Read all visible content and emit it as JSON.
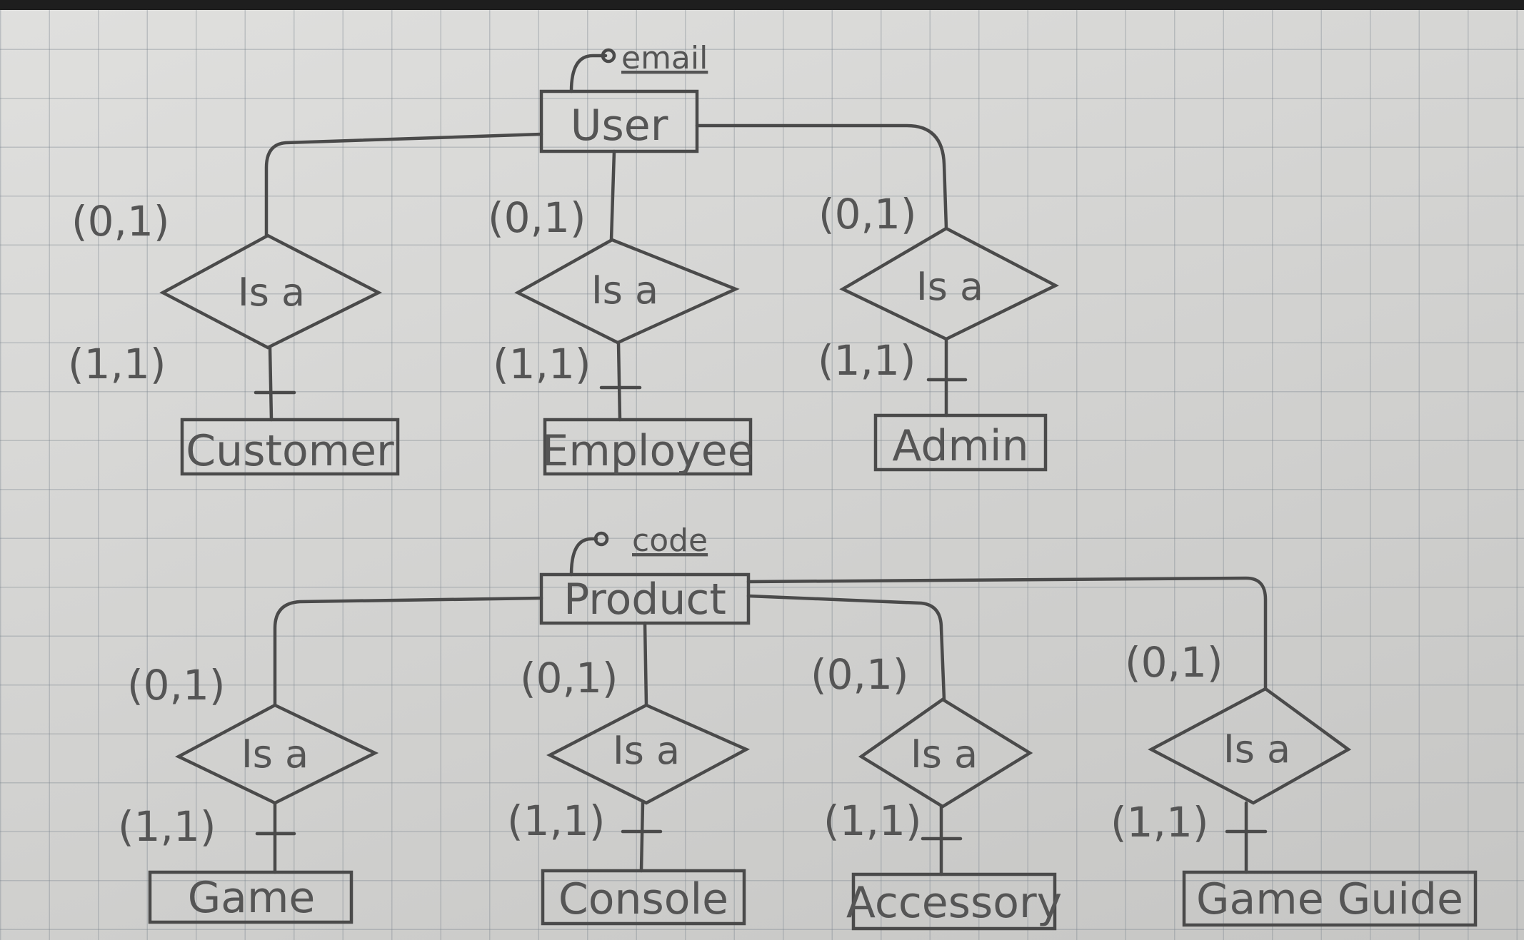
{
  "entities": {
    "user": "User",
    "customer": "Customer",
    "employee": "Employee",
    "admin": "Admin",
    "product": "Product",
    "game": "Game",
    "console": "Console",
    "accessory": "Accessory",
    "game_guide": "Game Guide"
  },
  "attributes": {
    "user_key": "email",
    "product_key": "code"
  },
  "relationship_label": "Is a",
  "cardinalities": {
    "parent": "(0,1)",
    "child": "(1,1)"
  },
  "ink_color": "#4a4a4a"
}
